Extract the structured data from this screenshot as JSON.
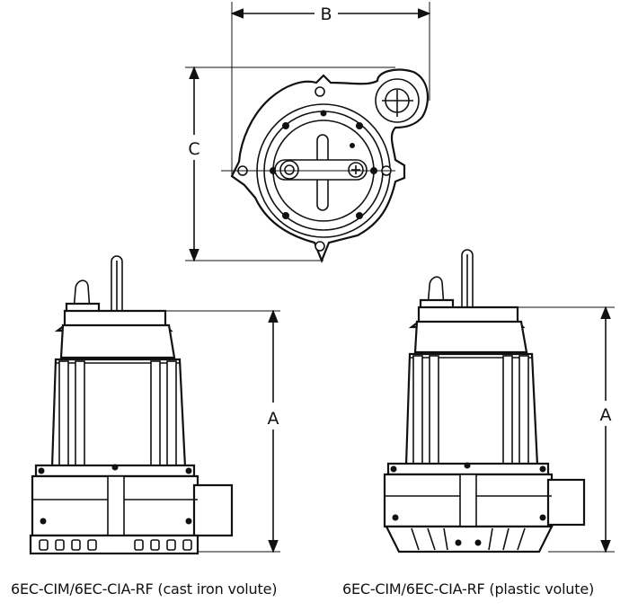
{
  "dimension_labels": {
    "top_width": "B",
    "top_height": "C",
    "left_height": "A",
    "right_height": "A"
  },
  "captions": {
    "left": "6EC-CIM/6EC-CIA-RF (cast iron volute)",
    "right": "6EC-CIM/6EC-CIA-RF (plastic volute)"
  }
}
